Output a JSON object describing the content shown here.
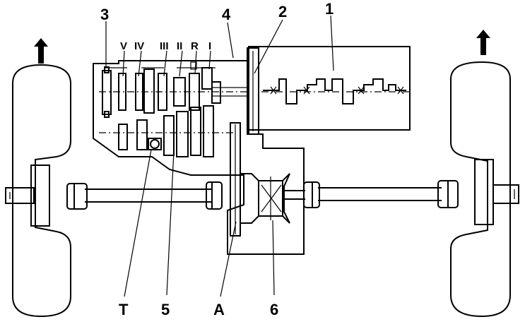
{
  "labels": {
    "callouts_top": [
      "3",
      "4",
      "2",
      "1"
    ],
    "gears": [
      "V",
      "IV",
      "III",
      "II",
      "R",
      "I"
    ],
    "callouts_bottom": [
      "T",
      "5",
      "A",
      "6"
    ]
  },
  "colors": {
    "ink": "#000000",
    "paper": "#ffffff"
  },
  "icons": [
    "forward-arrow-icon",
    "forward-arrow-icon"
  ]
}
